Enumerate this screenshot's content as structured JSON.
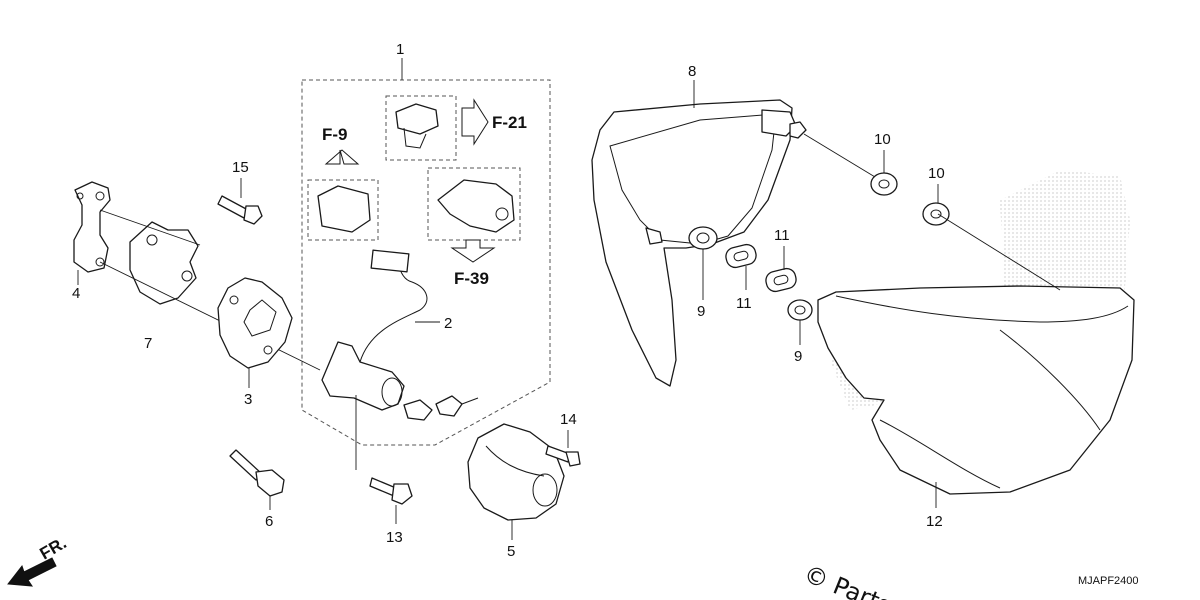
{
  "diagram": {
    "callouts": {
      "c1": "1",
      "c2": "2",
      "c3": "3",
      "c4": "4",
      "c5": "5",
      "c6": "6",
      "c7": "7",
      "c8": "8",
      "c9a": "9",
      "c9b": "9",
      "c10a": "10",
      "c10b": "10",
      "c11a": "11",
      "c11b": "11",
      "c12": "12",
      "c13": "13",
      "c14": "14",
      "c15": "15"
    },
    "refs": {
      "f9": "F-9",
      "f21": "F-21",
      "f39": "F-39"
    },
    "direction_label": "FR.",
    "diagram_code": "MJAPF2400",
    "watermark": "© Parts"
  }
}
